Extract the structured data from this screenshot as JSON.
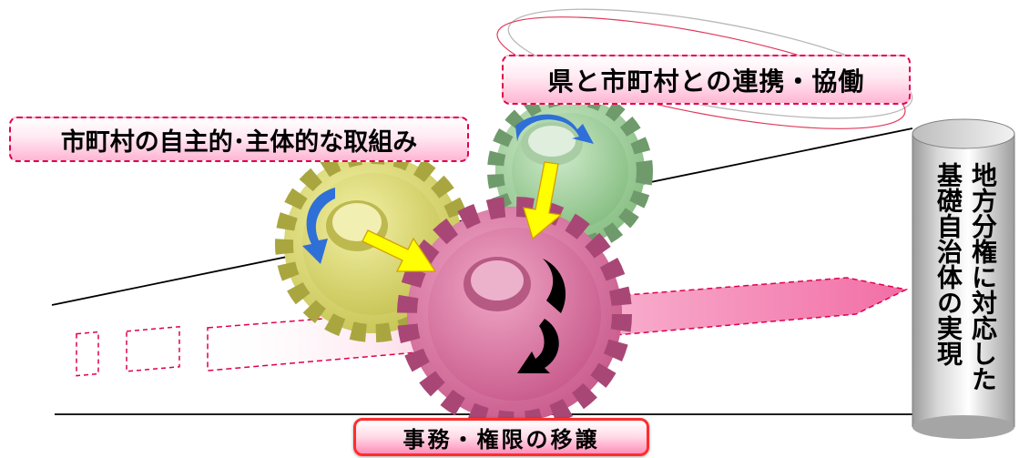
{
  "labels": {
    "left": "市町村の自主的･主体的な取組み",
    "top": "県と市町村との連携・協働",
    "bottom": "事務・権限の移譲",
    "cylinder_col1": "地方分権に対応した",
    "cylinder_col2": "基礎自治体の実現"
  },
  "colors": {
    "gear_yellow": "#d6d46a",
    "gear_green": "#9ccf98",
    "gear_pink": "#d9739f",
    "arrow_yellow": "#ffff00",
    "arrow_blue": "#2f6fd8",
    "label_border": "#e0004a",
    "cylinder": "#c8c8c8"
  },
  "icons": [
    "gear-icon",
    "rotation-arrow-icon",
    "down-arrow-icon",
    "cylinder-icon"
  ]
}
